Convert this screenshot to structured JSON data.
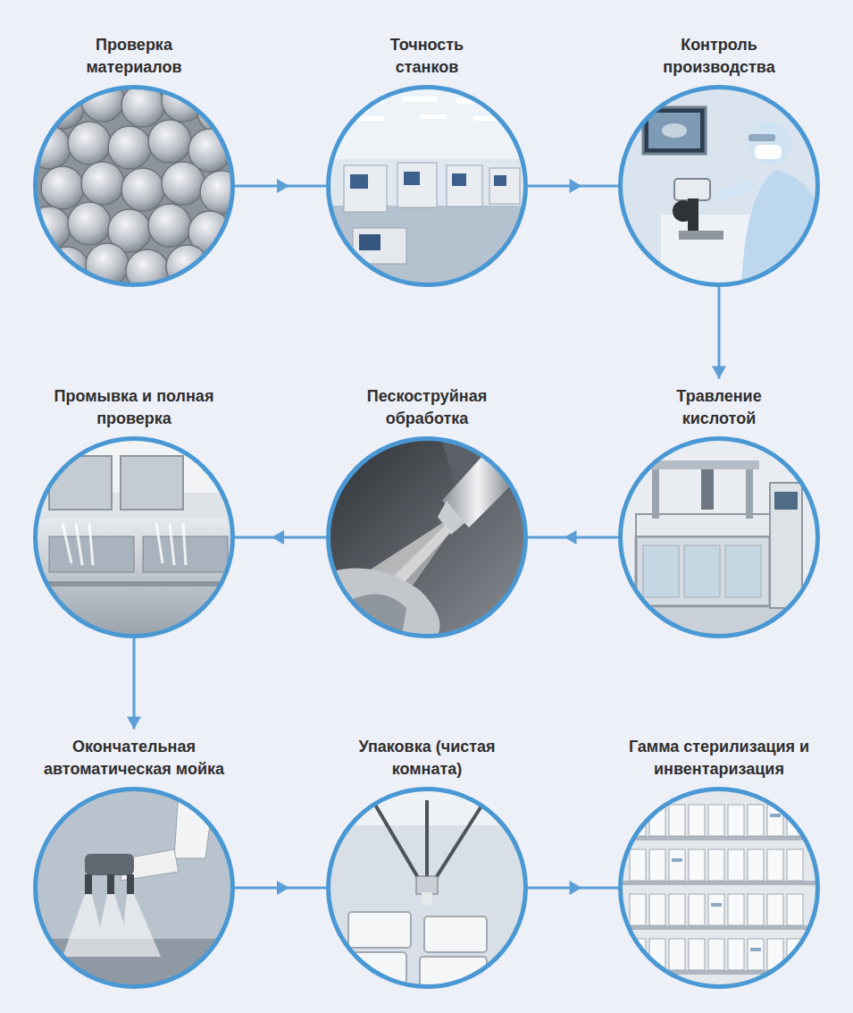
{
  "diagram": {
    "nodes": [
      {
        "text": [
          "Проверка материалов"
        ]
      },
      {
        "text": [
          "Точность станков"
        ]
      },
      {
        "text": [
          "Контроль производства"
        ]
      },
      {
        "text": [
          "Травление кислотой"
        ]
      },
      {
        "text": [
          "Пескоструйная обработка"
        ]
      },
      {
        "text": [
          "Промывка и полная проверка"
        ]
      },
      {
        "text": [
          "Окончательная автоматическая мойка"
        ]
      },
      {
        "text": [
          "Упаковка (чистая комната)"
        ]
      },
      {
        "text": [
          "Гамма стерилизация и инвентаризация"
        ]
      }
    ],
    "edges": [
      {
        "from": 0,
        "to": 1,
        "arrow": "to"
      },
      {
        "from": 1,
        "to": 2,
        "arrow": "to"
      },
      {
        "from": 2,
        "to": 3,
        "arrow": "to"
      },
      {
        "from": 3,
        "to": 4,
        "arrow": "to"
      },
      {
        "from": 4,
        "to": 5,
        "arrow": "to"
      },
      {
        "from": 5,
        "to": 6,
        "arrow": "to"
      },
      {
        "from": 6,
        "to": 7,
        "arrow": "to"
      },
      {
        "from": 7,
        "to": 8,
        "arrow": "to"
      }
    ]
  }
}
